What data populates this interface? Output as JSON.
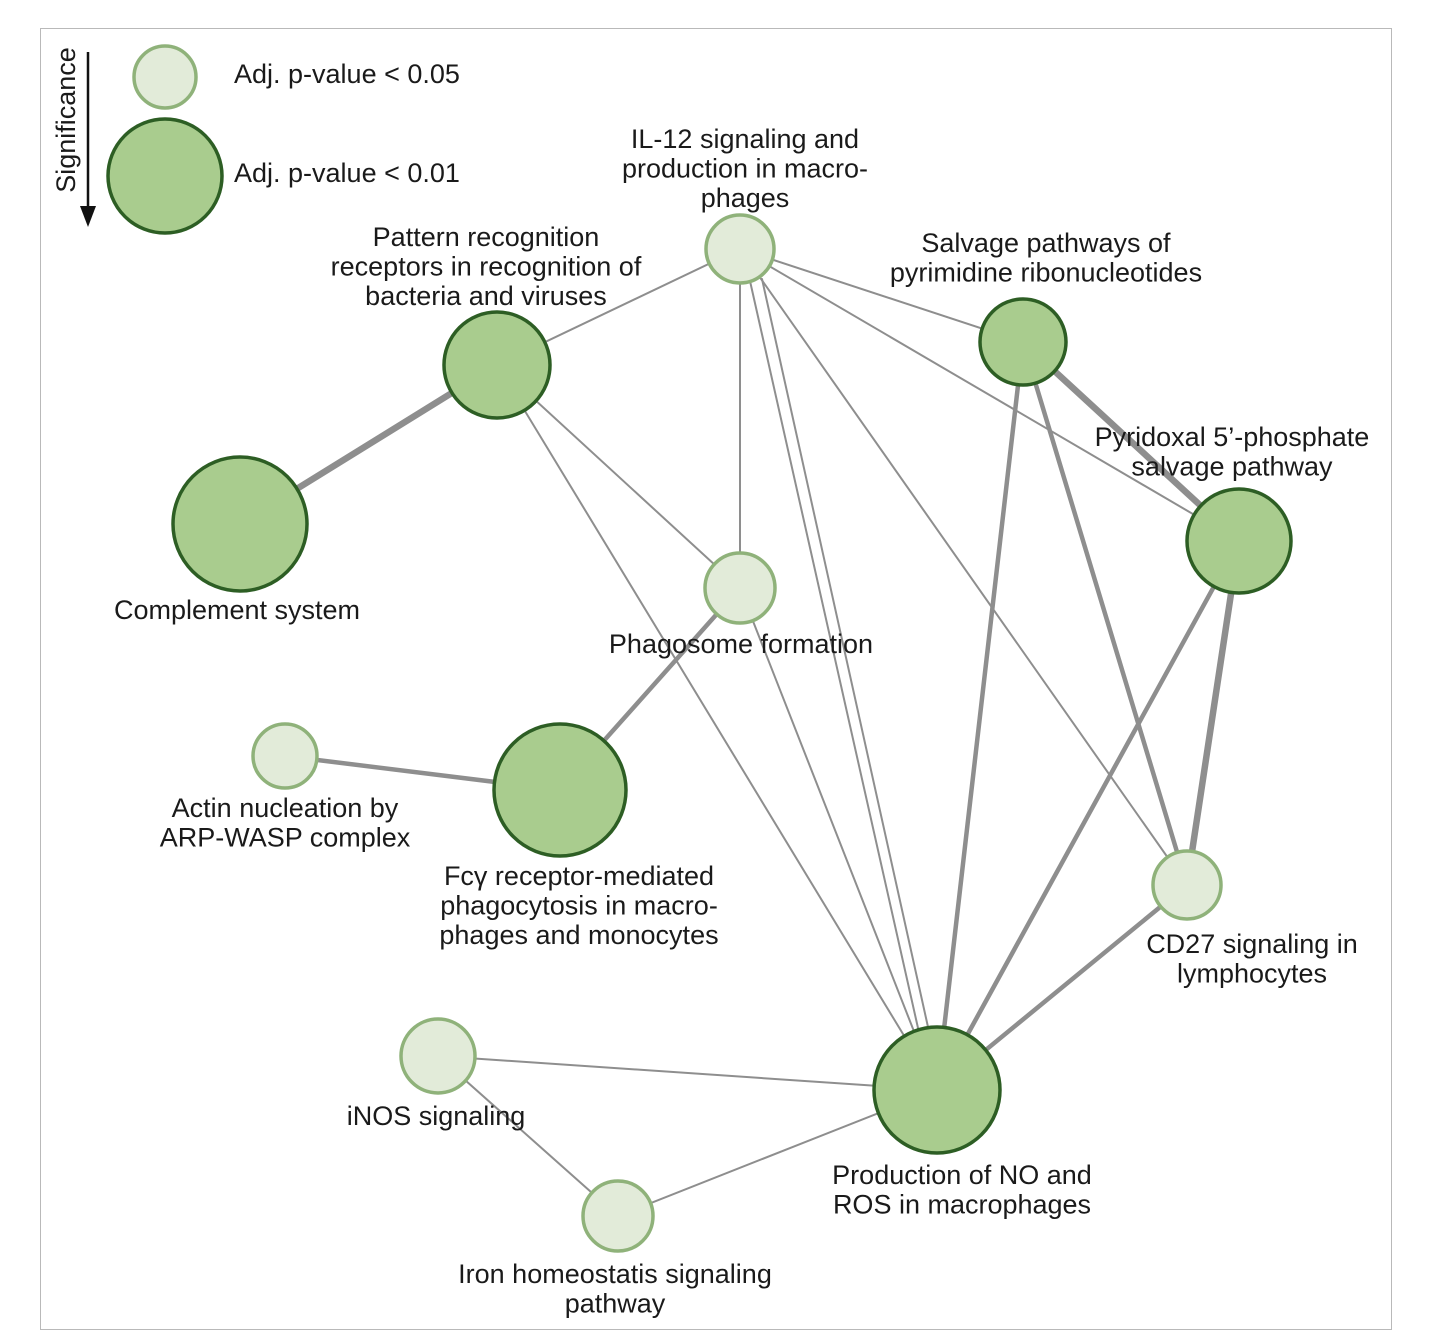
{
  "legend": {
    "axis_label": "Significance",
    "items": [
      {
        "label": "Adj. p-value < 0.05",
        "level": "small"
      },
      {
        "label": "Adj. p-value < 0.01",
        "level": "large"
      }
    ]
  },
  "nodes": [
    {
      "id": "il12",
      "level": "small",
      "label": [
        "IL-12 signaling and",
        "production in macro-",
        "phages"
      ]
    },
    {
      "id": "prr",
      "level": "large",
      "label": [
        "Pattern recognition",
        "receptors in recognition of",
        "bacteria and viruses"
      ]
    },
    {
      "id": "salvage",
      "level": "large",
      "label": [
        "Salvage pathways of",
        "pyrimidine ribonucleotides"
      ]
    },
    {
      "id": "pyridoxal",
      "level": "large",
      "label": [
        "Pyridoxal 5’-phosphate",
        "salvage pathway"
      ]
    },
    {
      "id": "complement",
      "level": "large",
      "label": [
        "Complement system"
      ]
    },
    {
      "id": "phagosome",
      "level": "small",
      "label": [
        "Phagosome formation"
      ]
    },
    {
      "id": "actin",
      "level": "small",
      "label": [
        "Actin nucleation by",
        "ARP-WASP complex"
      ]
    },
    {
      "id": "fcg",
      "level": "large",
      "label": [
        "Fcγ receptor-mediated",
        "phagocytosis in macro-",
        "phages and monocytes"
      ]
    },
    {
      "id": "cd27",
      "level": "small",
      "label": [
        "CD27 signaling in",
        "lymphocytes"
      ]
    },
    {
      "id": "inos",
      "level": "small",
      "label": [
        "iNOS signaling"
      ]
    },
    {
      "id": "noros",
      "level": "large",
      "label": [
        "Production of NO and",
        "ROS in macrophages"
      ]
    },
    {
      "id": "iron",
      "level": "small",
      "label": [
        "Iron homeostatis signaling",
        "pathway"
      ]
    }
  ],
  "edges": [
    {
      "from": "prr",
      "to": "complement",
      "weight": "strong"
    },
    {
      "from": "prr",
      "to": "il12",
      "weight": "weak"
    },
    {
      "from": "prr",
      "to": "phagosome",
      "weight": "weak"
    },
    {
      "from": "prr",
      "to": "noros",
      "weight": "weak"
    },
    {
      "from": "il12",
      "to": "phagosome",
      "weight": "weak"
    },
    {
      "from": "il12",
      "to": "salvage",
      "weight": "weak"
    },
    {
      "from": "il12",
      "to": "pyridoxal",
      "weight": "weak"
    },
    {
      "from": "il12",
      "to": "cd27",
      "weight": "weak"
    },
    {
      "from": "il12",
      "to": "noros",
      "weight": "weak"
    },
    {
      "from": "il12",
      "to": "noros",
      "weight": "weak"
    },
    {
      "from": "phagosome",
      "to": "fcg",
      "weight": "medium"
    },
    {
      "from": "phagosome",
      "to": "noros",
      "weight": "weak"
    },
    {
      "from": "fcg",
      "to": "actin",
      "weight": "medium"
    },
    {
      "from": "salvage",
      "to": "pyridoxal",
      "weight": "strong"
    },
    {
      "from": "salvage",
      "to": "cd27",
      "weight": "medium"
    },
    {
      "from": "salvage",
      "to": "noros",
      "weight": "medium"
    },
    {
      "from": "pyridoxal",
      "to": "cd27",
      "weight": "strong"
    },
    {
      "from": "pyridoxal",
      "to": "noros",
      "weight": "medium"
    },
    {
      "from": "cd27",
      "to": "noros",
      "weight": "medium"
    },
    {
      "from": "inos",
      "to": "noros",
      "weight": "weak"
    },
    {
      "from": "inos",
      "to": "iron",
      "weight": "weak"
    },
    {
      "from": "iron",
      "to": "noros",
      "weight": "weak"
    }
  ],
  "colors": {
    "small_fill": "#e2ebd9",
    "small_stroke": "#8fb27a",
    "large_fill": "#a9cc8e",
    "large_stroke": "#2d5e24",
    "edge": "#8e8e8e"
  }
}
